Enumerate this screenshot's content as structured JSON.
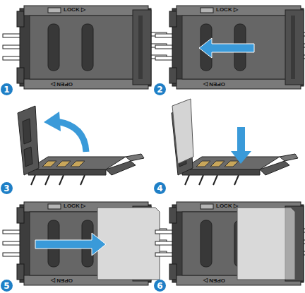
{
  "diagram": {
    "nodes": [
      {
        "text": [
          "1"
        ]
      },
      {
        "text": [
          "2"
        ]
      },
      {
        "text": [
          "3"
        ]
      },
      {
        "text": [
          "4"
        ]
      },
      {
        "text": [
          "5"
        ]
      },
      {
        "text": [
          "6"
        ]
      }
    ],
    "labels": [
      "LOCK ▷",
      "OPEN ▷",
      "LOCK ▷",
      "OPEN ▷",
      "LOCK ▷",
      "OPEN ▷",
      "LOCK ▷",
      "OPEN ▷"
    ]
  }
}
